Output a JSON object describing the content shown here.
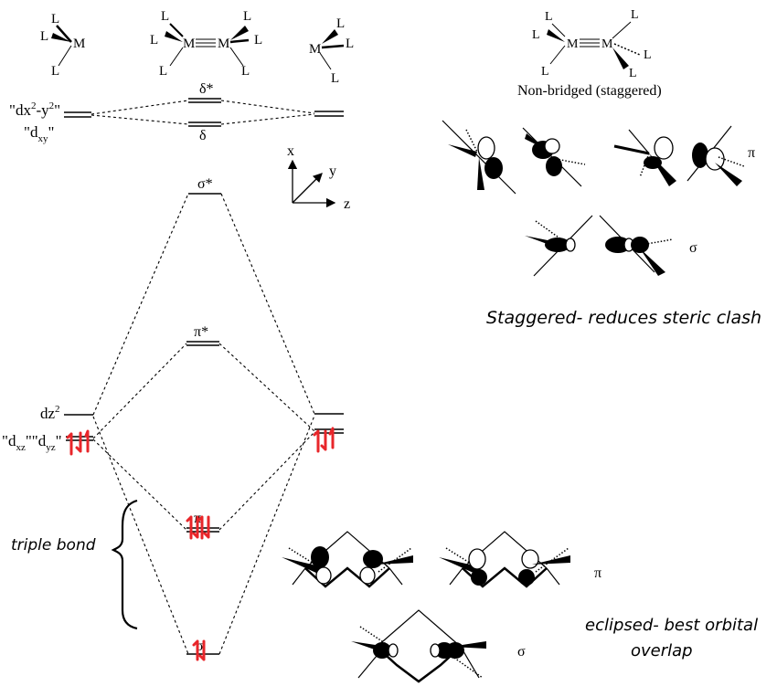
{
  "complexes": {
    "ligand": "L",
    "metal": "M",
    "bond": "≡"
  },
  "staggered_caption": "Non-bridged (staggered)",
  "mo_diagram": {
    "orbitals": {
      "dx2y2_dxy_left_1": "\"dx",
      "dx2y2_dxy_left_2": "2",
      "dx2y2_dxy_left_3": "-y",
      "dx2y2_dxy_left_4": "2",
      "dx2y2_dxy_left_5": "\"",
      "dxy_1": "\"d",
      "dxy_2": "xy",
      "dxy_3": "\"",
      "dz2_1": "dz",
      "dz2_2": "2",
      "dxz_1": "\"d",
      "dxz_2": "xz",
      "dxz_3": "\"",
      "dyz_1": "\"d",
      "dyz_2": "yz",
      "dyz_3": "\""
    },
    "levels": {
      "delta_star": "δ*",
      "delta": "δ",
      "sigma_star": "σ*",
      "pi_star": "π*",
      "pi": "π",
      "sigma": "σ"
    },
    "axes": {
      "x": "x",
      "y": "y",
      "z": "z"
    }
  },
  "symmetry_labels": {
    "pi_top": "π",
    "sigma_top": "σ",
    "pi_bottom": "π",
    "sigma_bottom": "σ"
  },
  "annotations": {
    "staggered_note": "Staggered- reduces steric clash",
    "triple_bond": "triple bond",
    "eclipsed_note_1": "eclipsed- best orbital",
    "eclipsed_note_2": "overlap"
  },
  "colors": {
    "ink": "#000000",
    "electron_red": "#e8262a"
  }
}
